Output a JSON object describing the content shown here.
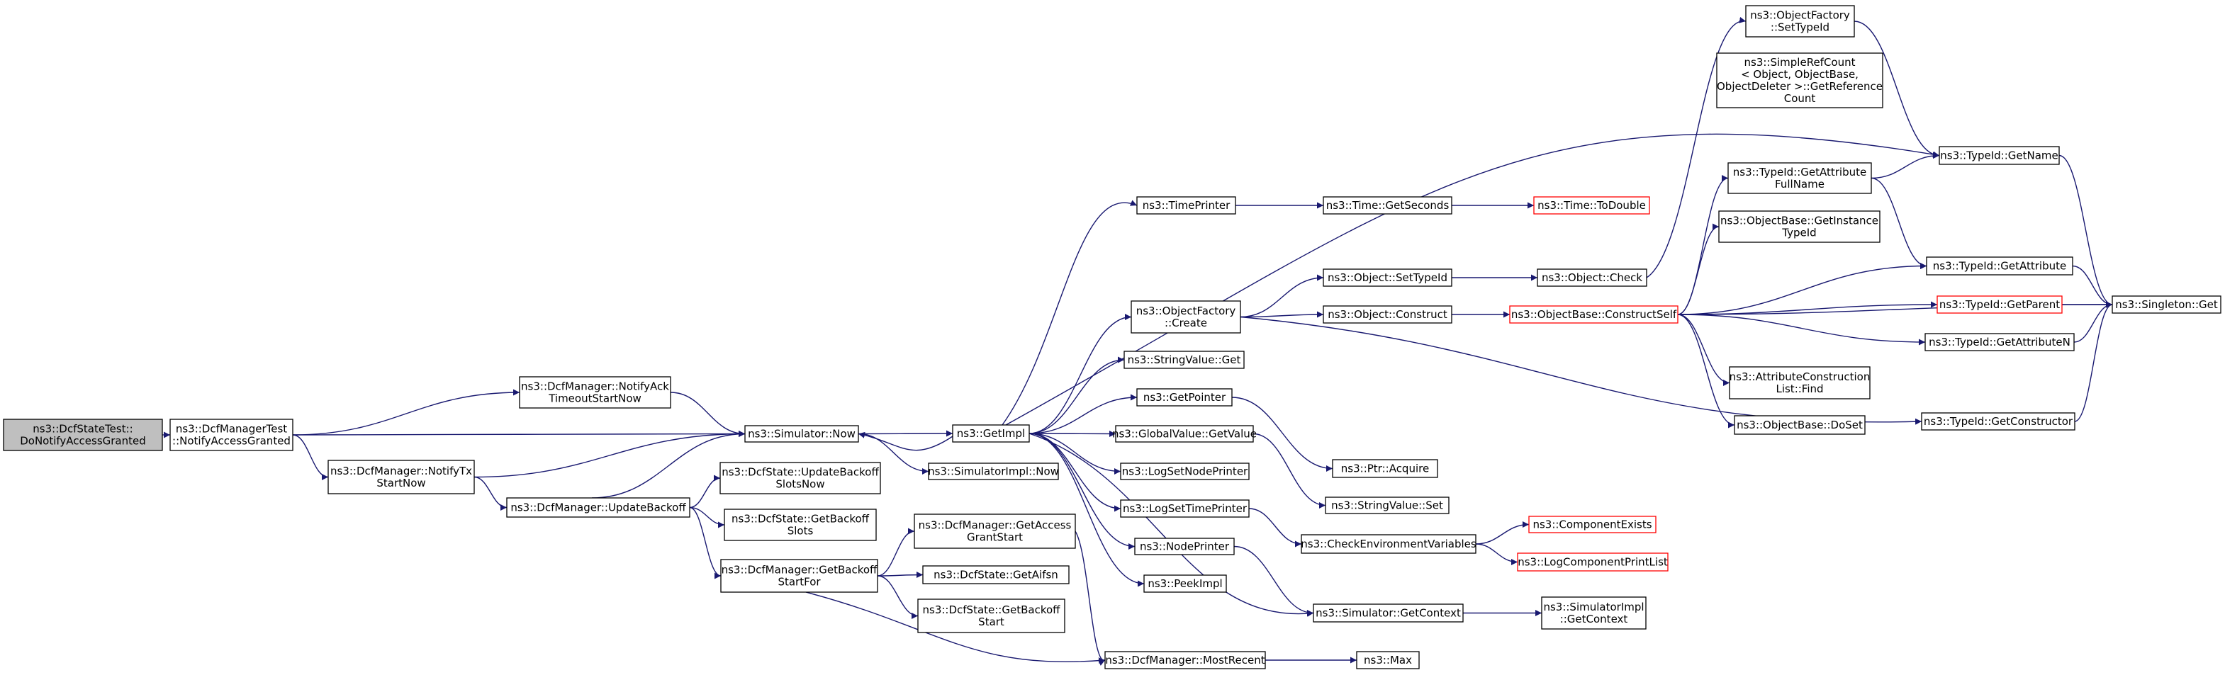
{
  "colors": {
    "edge": "#191970",
    "node_border": "#000000",
    "node_border_incomplete": "#ff0000",
    "root_fill": "#bfbfbf"
  },
  "nodes": [
    {
      "id": "dotest",
      "lines": [
        "ns3::DcfStateTest::",
        "DoNotifyAccessGranted"
      ],
      "style": "root"
    },
    {
      "id": "mgrtest",
      "lines": [
        "ns3::DcfManagerTest",
        "::NotifyAccessGranted"
      ]
    },
    {
      "id": "notifyack",
      "lines": [
        "ns3::DcfManager::NotifyAck",
        "TimeoutStartNow"
      ]
    },
    {
      "id": "notifytx",
      "lines": [
        "ns3::DcfManager::NotifyTx",
        "StartNow"
      ]
    },
    {
      "id": "simnow",
      "lines": [
        "ns3::Simulator::Now"
      ]
    },
    {
      "id": "updatebackoff",
      "lines": [
        "ns3::DcfManager::UpdateBackoff"
      ]
    },
    {
      "id": "dcfupdatebackoff",
      "lines": [
        "ns3::DcfState::UpdateBackoff",
        "SlotsNow"
      ]
    },
    {
      "id": "getbackoffslots",
      "lines": [
        "ns3::DcfState::GetBackoff",
        "Slots"
      ]
    },
    {
      "id": "getbackoffstartfor",
      "lines": [
        "ns3::DcfManager::GetBackoff",
        "StartFor"
      ]
    },
    {
      "id": "getimpl",
      "lines": [
        "ns3::GetImpl"
      ]
    },
    {
      "id": "simimplnow",
      "lines": [
        "ns3::SimulatorImpl::Now"
      ]
    },
    {
      "id": "getaccessgrant",
      "lines": [
        "ns3::DcfManager::GetAccess",
        "GrantStart"
      ]
    },
    {
      "id": "getaifsn",
      "lines": [
        "ns3::DcfState::GetAifsn"
      ]
    },
    {
      "id": "getbackoffstart",
      "lines": [
        "ns3::DcfState::GetBackoff",
        "Start"
      ]
    },
    {
      "id": "timeprinter",
      "lines": [
        "ns3::TimePrinter"
      ]
    },
    {
      "id": "ofcreate",
      "lines": [
        "ns3::ObjectFactory",
        "::Create"
      ]
    },
    {
      "id": "stringvalueget",
      "lines": [
        "ns3::StringValue::Get"
      ]
    },
    {
      "id": "getpointer",
      "lines": [
        "ns3::GetPointer"
      ]
    },
    {
      "id": "globalvalue",
      "lines": [
        "ns3::GlobalValue::GetValue"
      ]
    },
    {
      "id": "logsetnode",
      "lines": [
        "ns3::LogSetNodePrinter"
      ]
    },
    {
      "id": "logsettime",
      "lines": [
        "ns3::LogSetTimePrinter"
      ]
    },
    {
      "id": "nodeprinter",
      "lines": [
        "ns3::NodePrinter"
      ]
    },
    {
      "id": "peekimpl",
      "lines": [
        "ns3::PeekImpl"
      ]
    },
    {
      "id": "mostrecent",
      "lines": [
        "ns3::DcfManager::MostRecent"
      ]
    },
    {
      "id": "timegetseconds",
      "lines": [
        "ns3::Time::GetSeconds"
      ]
    },
    {
      "id": "objsettypeid",
      "lines": [
        "ns3::Object::SetTypeId"
      ]
    },
    {
      "id": "objconstruct",
      "lines": [
        "ns3::Object::Construct"
      ]
    },
    {
      "id": "ptracquire",
      "lines": [
        "ns3::Ptr::Acquire"
      ]
    },
    {
      "id": "stringvalueset",
      "lines": [
        "ns3::StringValue::Set"
      ]
    },
    {
      "id": "checkenv",
      "lines": [
        "ns3::CheckEnvironmentVariables"
      ]
    },
    {
      "id": "simgetcontext",
      "lines": [
        "ns3::Simulator::GetContext"
      ]
    },
    {
      "id": "max",
      "lines": [
        "ns3::Max"
      ]
    },
    {
      "id": "todouble",
      "lines": [
        "ns3::Time::ToDouble"
      ],
      "style": "red"
    },
    {
      "id": "objcheck",
      "lines": [
        "ns3::Object::Check"
      ]
    },
    {
      "id": "constructself",
      "lines": [
        "ns3::ObjectBase::ConstructSelf"
      ],
      "style": "red"
    },
    {
      "id": "componentexists",
      "lines": [
        "ns3::ComponentExists"
      ],
      "style": "red"
    },
    {
      "id": "logcomplist",
      "lines": [
        "ns3::LogComponentPrintList"
      ],
      "style": "red"
    },
    {
      "id": "simimplgetcontext",
      "lines": [
        "ns3::SimulatorImpl",
        "::GetContext"
      ]
    },
    {
      "id": "ofsettypeid",
      "lines": [
        "ns3::ObjectFactory",
        "::SetTypeId"
      ]
    },
    {
      "id": "simplerefcount",
      "lines": [
        "ns3::SimpleRefCount",
        "< Object, ObjectBase,",
        "ObjectDeleter >::GetReference",
        "Count"
      ]
    },
    {
      "id": "getattrfullname",
      "lines": [
        "ns3::TypeId::GetAttribute",
        "FullName"
      ]
    },
    {
      "id": "getinstancetypeid",
      "lines": [
        "ns3::ObjectBase::GetInstance",
        "TypeId"
      ]
    },
    {
      "id": "attrconstfind",
      "lines": [
        "ns3::AttributeConstruction",
        "List::Find"
      ]
    },
    {
      "id": "objbasedoset",
      "lines": [
        "ns3::ObjectBase::DoSet"
      ]
    },
    {
      "id": "typeidgetname",
      "lines": [
        "ns3::TypeId::GetName"
      ]
    },
    {
      "id": "getattribute",
      "lines": [
        "ns3::TypeId::GetAttribute"
      ]
    },
    {
      "id": "getparent",
      "lines": [
        "ns3::TypeId::GetParent"
      ],
      "style": "red"
    },
    {
      "id": "getattributen",
      "lines": [
        "ns3::TypeId::GetAttributeN"
      ]
    },
    {
      "id": "getconstructor",
      "lines": [
        "ns3::TypeId::GetConstructor"
      ]
    },
    {
      "id": "singletonget",
      "lines": [
        "ns3::Singleton::Get"
      ]
    }
  ],
  "edges": [
    [
      "dotest",
      "mgrtest"
    ],
    [
      "mgrtest",
      "notifyack"
    ],
    [
      "mgrtest",
      "simnow"
    ],
    [
      "mgrtest",
      "notifytx"
    ],
    [
      "notifyack",
      "simnow"
    ],
    [
      "notifytx",
      "simnow"
    ],
    [
      "notifytx",
      "updatebackoff"
    ],
    [
      "updatebackoff",
      "simnow"
    ],
    [
      "updatebackoff",
      "dcfupdatebackoff"
    ],
    [
      "updatebackoff",
      "getbackoffslots"
    ],
    [
      "updatebackoff",
      "getbackoffstartfor"
    ],
    [
      "simnow",
      "getimpl"
    ],
    [
      "simnow",
      "simimplnow"
    ],
    [
      "getbackoffstartfor",
      "getaccessgrant"
    ],
    [
      "getbackoffstartfor",
      "getaifsn"
    ],
    [
      "getbackoffstartfor",
      "getbackoffstart"
    ],
    [
      "getbackoffstartfor",
      "mostrecent"
    ],
    [
      "getaccessgrant",
      "mostrecent"
    ],
    [
      "getimpl",
      "timeprinter"
    ],
    [
      "getimpl",
      "typeidgetname"
    ],
    [
      "getimpl",
      "ofcreate"
    ],
    [
      "getimpl",
      "stringvalueget"
    ],
    [
      "getimpl",
      "getpointer"
    ],
    [
      "getimpl",
      "globalvalue"
    ],
    [
      "getimpl",
      "logsetnode"
    ],
    [
      "getimpl",
      "logsettime"
    ],
    [
      "getimpl",
      "nodeprinter"
    ],
    [
      "getimpl",
      "peekimpl"
    ],
    [
      "getimpl",
      "simgetcontext"
    ],
    [
      "getimpl",
      "simnow"
    ],
    [
      "timeprinter",
      "timegetseconds"
    ],
    [
      "timegetseconds",
      "todouble"
    ],
    [
      "ofcreate",
      "objsettypeid"
    ],
    [
      "ofcreate",
      "objconstruct"
    ],
    [
      "ofcreate",
      "getconstructor"
    ],
    [
      "objsettypeid",
      "objcheck"
    ],
    [
      "objcheck",
      "ofsettypeid"
    ],
    [
      "objconstruct",
      "constructself"
    ],
    [
      "getpointer",
      "ptracquire"
    ],
    [
      "globalvalue",
      "stringvalueset"
    ],
    [
      "logsettime",
      "checkenv"
    ],
    [
      "nodeprinter",
      "simgetcontext"
    ],
    [
      "checkenv",
      "componentexists"
    ],
    [
      "checkenv",
      "logcomplist"
    ],
    [
      "simgetcontext",
      "simimplgetcontext"
    ],
    [
      "mostrecent",
      "max"
    ],
    [
      "constructself",
      "getattrfullname"
    ],
    [
      "constructself",
      "getinstancetypeid"
    ],
    [
      "constructself",
      "getattribute"
    ],
    [
      "constructself",
      "getparent"
    ],
    [
      "constructself",
      "getattributen"
    ],
    [
      "constructself",
      "attrconstfind"
    ],
    [
      "constructself",
      "objbasedoset"
    ],
    [
      "constructself",
      "singletonget"
    ],
    [
      "ofsettypeid",
      "typeidgetname"
    ],
    [
      "getattrfullname",
      "typeidgetname"
    ],
    [
      "getattrfullname",
      "getattribute"
    ],
    [
      "typeidgetname",
      "singletonget"
    ],
    [
      "getattribute",
      "singletonget"
    ],
    [
      "getparent",
      "singletonget"
    ],
    [
      "getattributen",
      "singletonget"
    ],
    [
      "getconstructor",
      "singletonget"
    ]
  ]
}
